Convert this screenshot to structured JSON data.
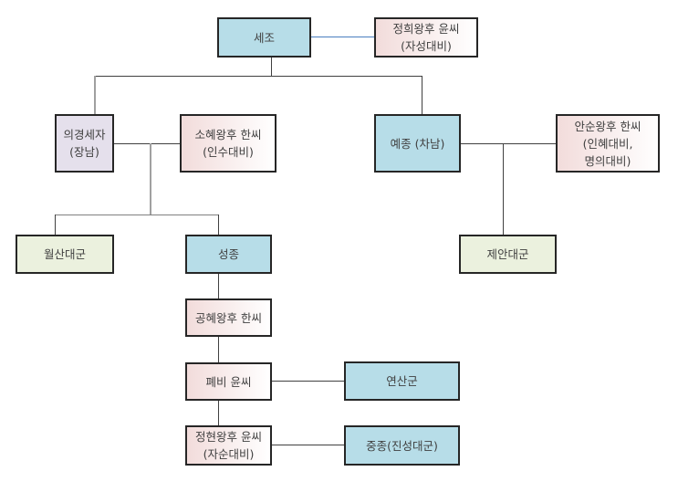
{
  "colors": {
    "king": "#b7dde8",
    "queen_gradient_start": "#f2dcdb",
    "queen_gradient_end": "#ffffff",
    "crown_prince": "#e5e0ec",
    "grand_prince": "#ebf1de",
    "border": "#262626",
    "connector": "#404040",
    "spouse_connector_sejo": "#4a7fc0"
  },
  "nodes": {
    "sejo": "세조",
    "jeonghui": "정희왕후 윤씨\n(자성대비)",
    "uigyeong": "의경세자\n(장남)",
    "sohye": "소혜왕후 한씨\n(인수대비)",
    "yejong": "예종 (차남)",
    "ansun": "안순왕후 한씨\n(인혜대비,\n명의대비)",
    "wolsan": "월산대군",
    "seongjong": "성종",
    "jean": "제안대군",
    "gonghye": "공혜왕후 한씨",
    "pyebi": "폐비 윤씨",
    "yeonsangun": "연산군",
    "jeonghyeon": "정현왕후 윤씨\n(자순대비)",
    "jungjong": "중종(진성대군)"
  }
}
